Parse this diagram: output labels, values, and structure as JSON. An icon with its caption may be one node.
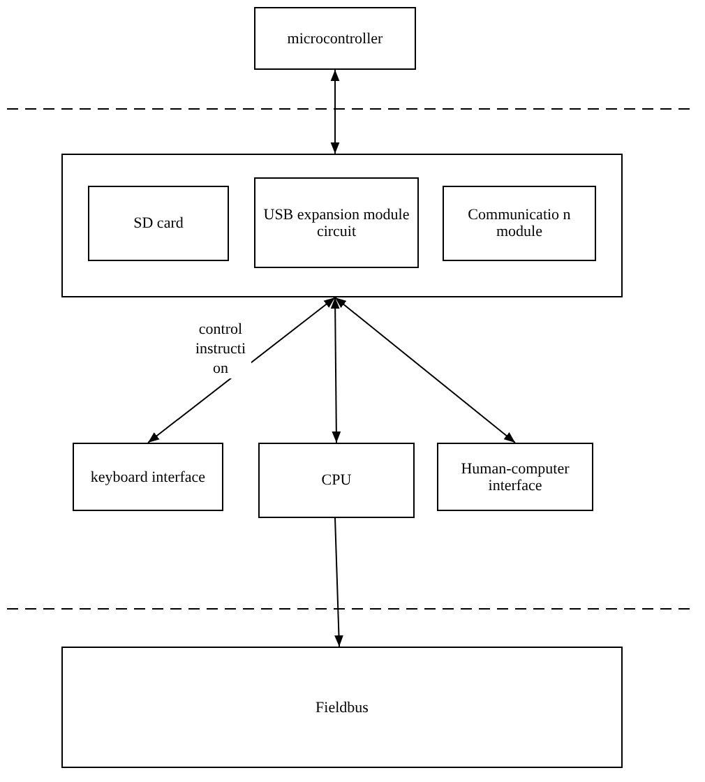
{
  "diagram": {
    "nodes": [
      {
        "text": [
          "microcontroller"
        ]
      },
      {
        "text": [],
        "shape": "box"
      },
      {
        "text": [
          "SD card"
        ],
        "in": 1
      },
      {
        "text": [
          "USB expansion module circuit"
        ],
        "in": 1
      },
      {
        "text": [
          "Communicatio n module"
        ],
        "in": 1
      },
      {
        "text": [
          "keyboard interface"
        ]
      },
      {
        "text": [
          "CPU"
        ]
      },
      {
        "text": [
          "Human-computer interface"
        ]
      },
      {
        "text": [
          "Fieldbus"
        ]
      }
    ],
    "edges": [
      {
        "from": 0,
        "to": 1,
        "arrow": "both"
      },
      {
        "from": 1,
        "to": 5,
        "arrow": "both",
        "label": "control instructi on"
      },
      {
        "from": 1,
        "to": 6,
        "arrow": "both"
      },
      {
        "from": 1,
        "to": 7,
        "arrow": "both"
      },
      {
        "from": 6,
        "to": 8,
        "arrow": "to"
      }
    ]
  }
}
